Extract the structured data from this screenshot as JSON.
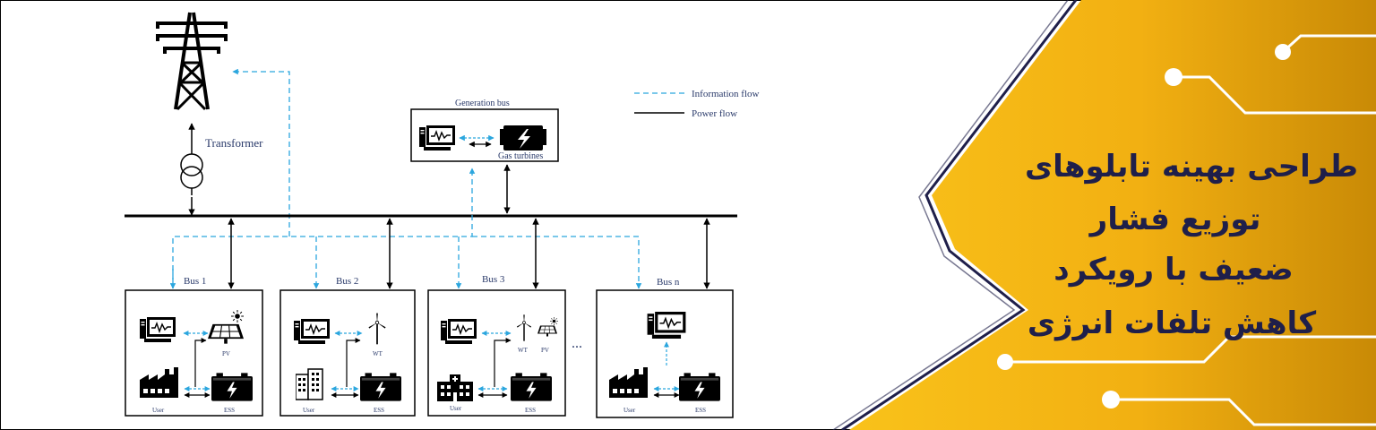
{
  "diagram": {
    "legend": {
      "information_flow": "Information flow",
      "power_flow": "Power flow"
    },
    "transformer_label": "Transformer",
    "generation_bus": {
      "title": "Generation bus",
      "caption": "Gas turbines"
    },
    "buses": [
      {
        "label": "Bus 1",
        "source_label": "PV",
        "load_label": "User",
        "storage_label": "ESS"
      },
      {
        "label": "Bus 2",
        "source_label": "WT",
        "load_label": "User",
        "storage_label": "ESS"
      },
      {
        "label": "Bus 3",
        "source_label_1": "WT",
        "source_label_2": "PV",
        "load_label": "User",
        "storage_label": "ESS"
      },
      {
        "label": "Bus n",
        "load_label": "User",
        "storage_label": "ESS"
      }
    ],
    "ellipsis": "..."
  },
  "banner": {
    "title_lines": [
      "طراحی بهینه تابلوهای",
      "توزیع فشار",
      "ضعیف با رویکرد",
      "کاهش تلفات انرژی"
    ],
    "colors": {
      "gold_light": "#F9C21A",
      "gold_dark": "#C98A06",
      "text_navy": "#1F1F4A",
      "line_white": "#FFFFFF",
      "info_flow": "#2BA6DE",
      "power_flow": "#000000"
    }
  }
}
